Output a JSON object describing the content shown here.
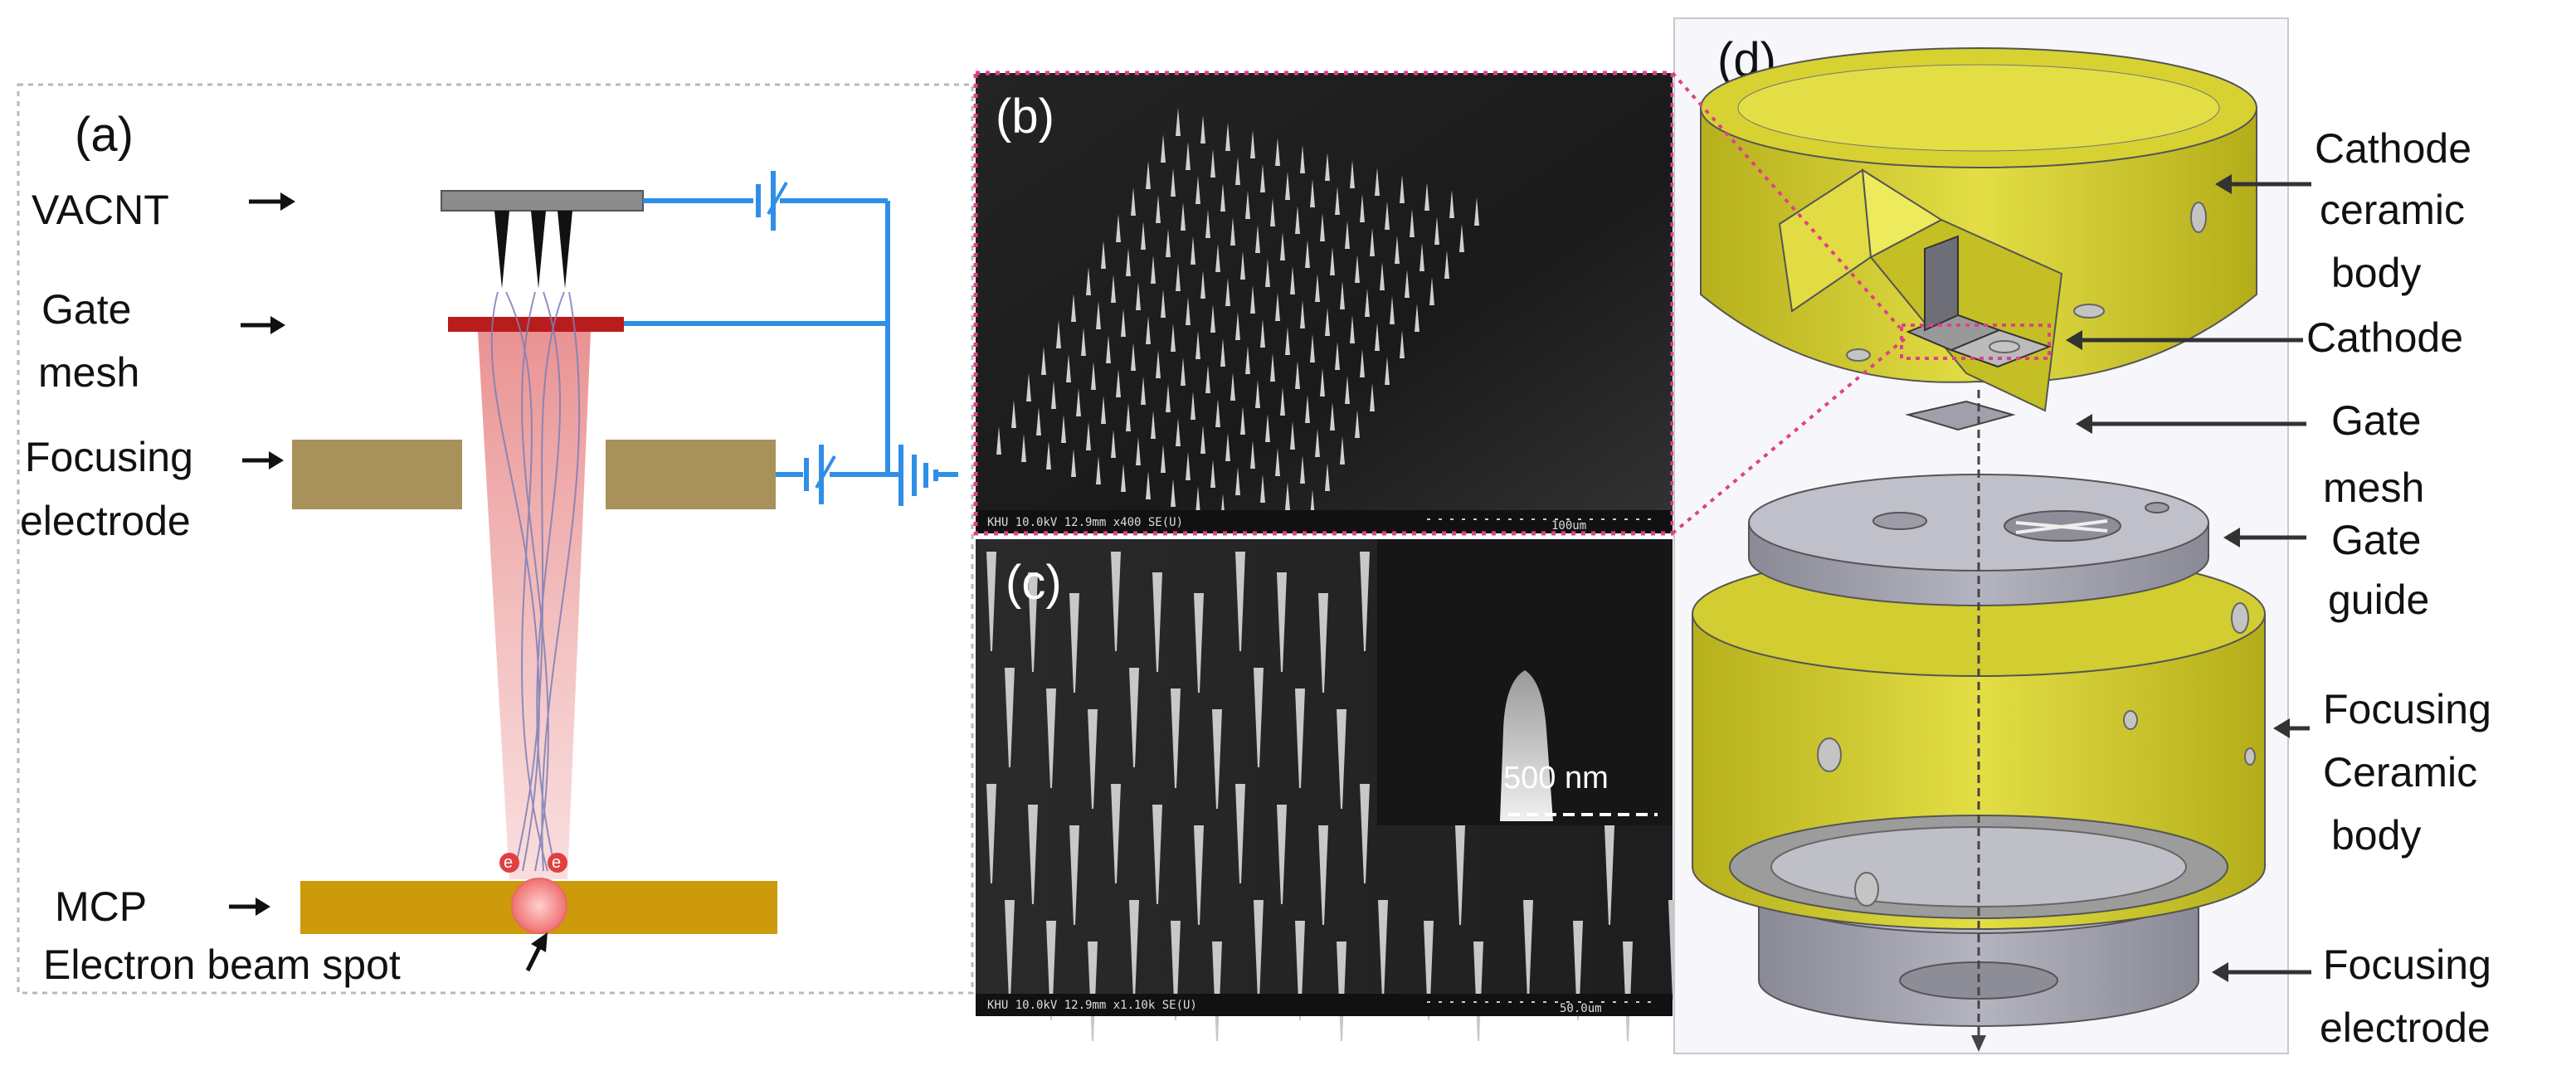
{
  "panels": {
    "a": "(a)",
    "b": "(b)",
    "c": "(c)",
    "d": "(d)"
  },
  "panel_a": {
    "labels": {
      "vacnt": "VACNT",
      "gate_1": "Gate",
      "gate_2": "mesh",
      "focus_1": "Focusing",
      "focus_2": "electrode",
      "mcp": "MCP",
      "spot": "Electron beam spot",
      "electron_1": "e",
      "electron_2": "e"
    }
  },
  "panel_b": {
    "sem_info": "KHU 10.0kV 12.9mm x400 SE(U)",
    "scale_bar": "100um"
  },
  "panel_c": {
    "sem_info": "KHU 10.0kV 12.9mm x1.10k SE(U)",
    "scale_bar": "50.0um",
    "inset_scale": "500 nm"
  },
  "panel_d": {
    "labels": {
      "cathode_body_1": "Cathode",
      "cathode_body_2": "ceramic",
      "cathode_body_3": "body",
      "cathode": "Cathode",
      "gate_mesh_1": "Gate",
      "gate_mesh_2": "mesh",
      "gate_guide_1": "Gate",
      "gate_guide_2": "guide",
      "focus_body_1": "Focusing",
      "focus_body_2": "Ceramic",
      "focus_body_3": "body",
      "focus_elec_1": "Focusing",
      "focus_elec_2": "electrode"
    }
  },
  "colors": {
    "wire": "#2f8fe8",
    "gate_bar": "#b81c1c",
    "electrode": "#a8915a",
    "mcp": "#cc9a0a",
    "beam": "#eb9a9a",
    "ceramic": "#c9c42a",
    "metal_gray": "#9a9aa6",
    "highlight": "#e0408a"
  }
}
